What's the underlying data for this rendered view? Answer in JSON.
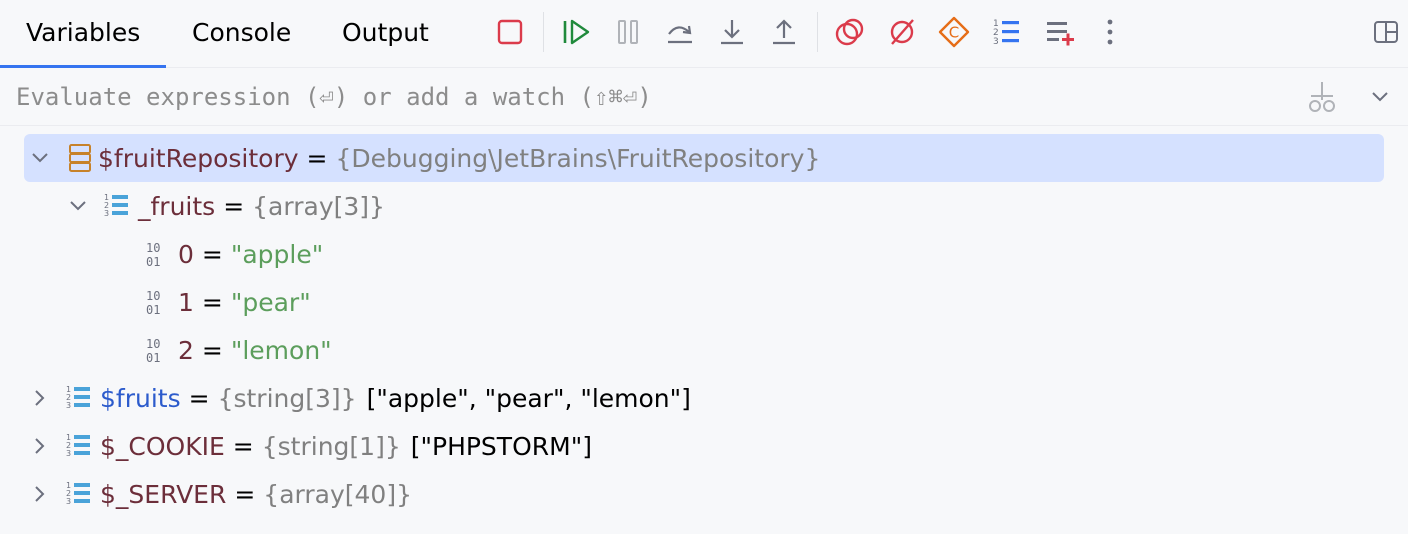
{
  "tabs": [
    {
      "label": "Variables",
      "active": true
    },
    {
      "label": "Console",
      "active": false
    },
    {
      "label": "Output",
      "active": false
    }
  ],
  "toolbar": {
    "buttons": [
      {
        "name": "stop-button",
        "icon": "stop-icon",
        "color": "#db3b4b"
      },
      {
        "name": "resume-button",
        "icon": "resume-icon",
        "color": "#208a3c"
      },
      {
        "name": "pause-button",
        "icon": "pause-icon",
        "color": "#b0b3b8"
      },
      {
        "name": "step-over-button",
        "icon": "step-over-icon",
        "color": "#6c707e"
      },
      {
        "name": "step-into-button",
        "icon": "step-into-icon",
        "color": "#6c707e"
      },
      {
        "name": "step-out-button",
        "icon": "step-out-icon",
        "color": "#6c707e"
      },
      {
        "name": "view-breakpoints-button",
        "icon": "breakpoints-icon",
        "color": "#db3b4b"
      },
      {
        "name": "mute-breakpoints-button",
        "icon": "mute-breakpoints-icon",
        "color": "#db3b4b"
      },
      {
        "name": "break-on-exception-button",
        "icon": "exception-breakpoint-icon",
        "color": "#e66d17"
      },
      {
        "name": "frames-button",
        "icon": "numbered-list-icon",
        "color": "#3574f0"
      },
      {
        "name": "add-watch-button",
        "icon": "add-to-list-icon",
        "color": "#db3b4b"
      },
      {
        "name": "more-button",
        "icon": "more-vertical-icon",
        "color": "#6c707e"
      }
    ],
    "layout_icon": "layout-icon"
  },
  "evaluate": {
    "placeholder": "Evaluate expression (⏎) or add a watch (⇧⌘⏎)",
    "value": ""
  },
  "tree": [
    {
      "level": 0,
      "expanded": true,
      "selected": true,
      "icon": "object-icon",
      "name": "$fruitRepository",
      "name_color": "brown",
      "eq": "=",
      "type": "{Debugging\\JetBrains\\FruitRepository}",
      "value": ""
    },
    {
      "level": 1,
      "expanded": true,
      "selected": false,
      "icon": "array-icon",
      "name": "_fruits",
      "name_color": "brown",
      "eq": "=",
      "type": "{array[3]}",
      "value": ""
    },
    {
      "level": 2,
      "leaf": true,
      "icon": "binary-icon",
      "name": "0",
      "name_color": "brown",
      "eq": "=",
      "string": "\"apple\""
    },
    {
      "level": 2,
      "leaf": true,
      "icon": "binary-icon",
      "name": "1",
      "name_color": "brown",
      "eq": "=",
      "string": "\"pear\""
    },
    {
      "level": 2,
      "leaf": true,
      "icon": "binary-icon",
      "name": "2",
      "name_color": "brown",
      "eq": "=",
      "string": "\"lemon\""
    },
    {
      "level": 0,
      "expanded": false,
      "icon": "array-icon",
      "name": "$fruits",
      "name_color": "blue",
      "eq": "=",
      "type": "{string[3]}",
      "value": "[\"apple\", \"pear\", \"lemon\"]"
    },
    {
      "level": 0,
      "expanded": false,
      "icon": "array-icon",
      "name": "$_COOKIE",
      "name_color": "brown",
      "eq": "=",
      "type": "{string[1]}",
      "value": "[\"PHPSTORM\"]"
    },
    {
      "level": 0,
      "expanded": false,
      "icon": "array-icon",
      "name": "$_SERVER",
      "name_color": "brown",
      "eq": "=",
      "type": "{array[40]}",
      "value": ""
    }
  ]
}
